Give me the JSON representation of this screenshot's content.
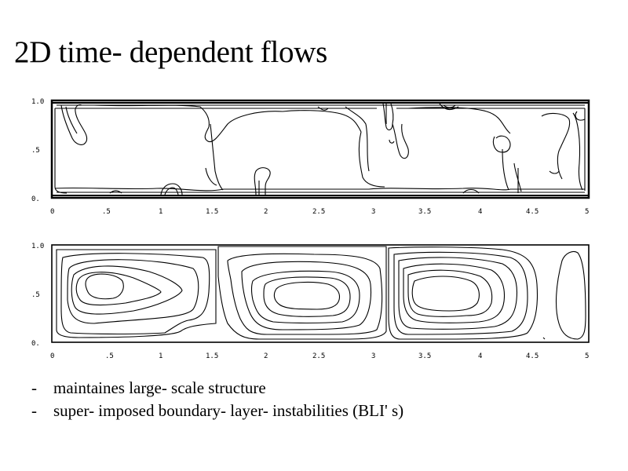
{
  "slide": {
    "title": "2D time- dependent flows",
    "bullets": [
      "maintaines large- scale structure",
      "super- imposed boundary- layer- instabilities (BLI' s)"
    ],
    "bullet_marker": "-"
  },
  "figures": [
    {
      "kind": "contour-plot",
      "x_ticks": [
        "0",
        ".5",
        "1",
        "1.5",
        "2",
        "2.5",
        "3",
        "3.5",
        "4",
        "4.5",
        "5"
      ],
      "y_ticks": [
        "1.0",
        ".5",
        "0."
      ],
      "x_range": [
        0,
        5
      ],
      "y_range": [
        0,
        1
      ]
    },
    {
      "kind": "contour-plot",
      "x_ticks": [
        "0",
        ".5",
        "1",
        "1.5",
        "2",
        "2.5",
        "3",
        "3.5",
        "4",
        "4.5",
        "5"
      ],
      "y_ticks": [
        "1.0",
        ".5",
        "0."
      ],
      "x_range": [
        0,
        5
      ],
      "y_range": [
        0,
        1
      ]
    }
  ]
}
